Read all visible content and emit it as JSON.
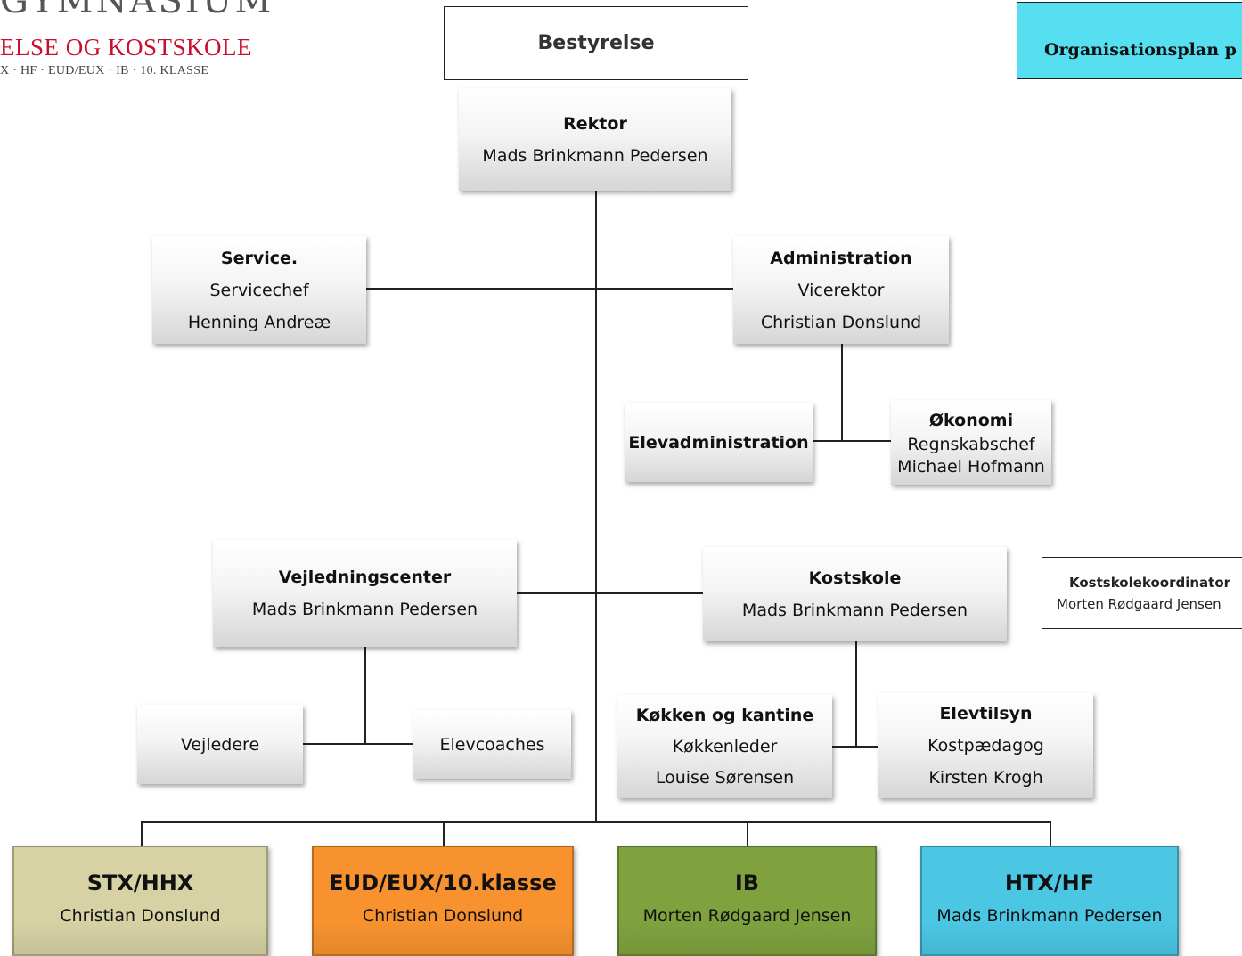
{
  "logo": {
    "line1": "GYMNASIUM",
    "line2": "ELSE OG KOSTSKOLE",
    "line3": "X · HF · EUD/EUX · IB · 10. KLASSE"
  },
  "header": {
    "board": "Bestyrelse",
    "plan_title": "Organisationsplan p"
  },
  "rektor": {
    "title": "Rektor",
    "name": "Mads Brinkmann Pedersen"
  },
  "service": {
    "title": "Service.",
    "role": "Servicechef",
    "name": "Henning Andreæ"
  },
  "administration": {
    "title": "Administration",
    "role": "Vicerektor",
    "name": "Christian Donslund"
  },
  "elevadministration": {
    "title": "Elevadministration"
  },
  "okonomi": {
    "title": "Økonomi",
    "role": "Regnskabschef",
    "name": "Michael Hofmann"
  },
  "vejledningscenter": {
    "title": "Vejledningscenter",
    "name": "Mads Brinkmann Pedersen"
  },
  "kostskole": {
    "title": "Kostskole",
    "name": "Mads Brinkmann Pedersen"
  },
  "kostskolekoordinator": {
    "title": "Kostskolekoordinator",
    "name": "Morten Rødgaard Jensen"
  },
  "vejledere": {
    "title": "Vejledere"
  },
  "elevcoaches": {
    "title": "Elevcoaches"
  },
  "kokken": {
    "title": "Køkken og kantine",
    "role": "Køkkenleder",
    "name": "Louise Sørensen"
  },
  "elevtilsyn": {
    "title": "Elevtilsyn",
    "role": "Kostpædagog",
    "name": "Kirsten Krogh"
  },
  "departments": [
    {
      "title": "STX/HHX",
      "name": "Christian Donslund",
      "color": "#d6d2a4"
    },
    {
      "title": "EUD/EUX/10.klasse",
      "name": "Christian Donslund",
      "color": "#f7922f"
    },
    {
      "title": "IB",
      "name": "Morten Rødgaard Jensen",
      "color": "#7fa23f"
    },
    {
      "title": "HTX/HF",
      "name": "Mads Brinkmann Pedersen",
      "color": "#4bc6e3"
    }
  ],
  "colors": {
    "plan_title_bg": "#56dff0"
  }
}
